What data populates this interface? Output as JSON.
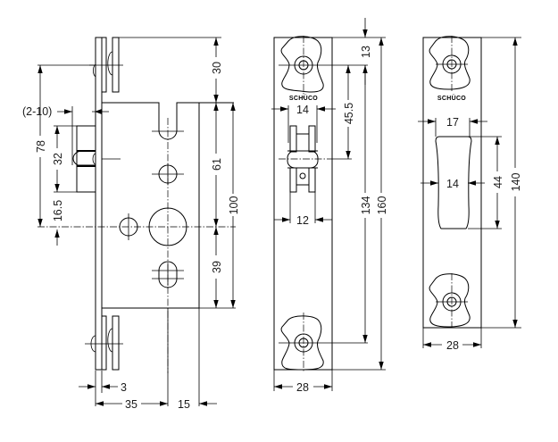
{
  "drawing": {
    "title": "Lock keeper / striker plate technical drawing",
    "units": "mm",
    "brand_mark": "SCHÜCO",
    "colors": {
      "line": "#000000",
      "dimension_text": "#1b1b1b",
      "background": "#ffffff"
    }
  },
  "views": {
    "side": {
      "dims": {
        "top_to_plate": "30",
        "adjust_range": "(2-10)",
        "height_78": "78",
        "roller_32": "32",
        "offset_16_5": "16.5",
        "upper_61": "61",
        "total_100": "100",
        "lower_39": "39",
        "plate_thickness": "3",
        "depth_35": "35",
        "depth_15": "15"
      }
    },
    "front_with_roller": {
      "dims": {
        "top_13": "13",
        "roller_width_14": "14",
        "roller_offset_45_5": "45.5",
        "base_width_12": "12",
        "hole_spacing_134": "134",
        "total_160": "160",
        "plate_width_28": "28"
      },
      "logo": "SCHÜCO"
    },
    "front_striker": {
      "dims": {
        "top_width_17": "17",
        "waist_width_14": "14",
        "opening_44": "44",
        "total_140": "140",
        "plate_width_28": "28"
      },
      "logo": "SCHÜCO"
    }
  }
}
